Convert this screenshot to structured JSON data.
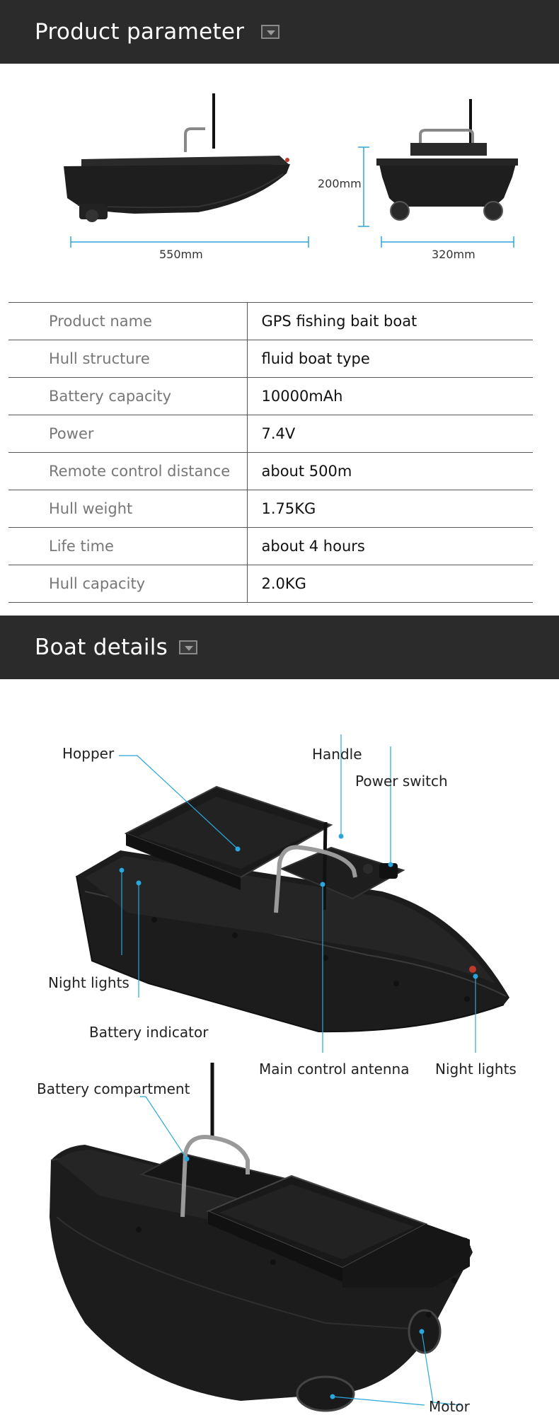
{
  "sections": {
    "parameters_title": "Product parameter",
    "details_title": "Boat details"
  },
  "dimensions": {
    "length": "550mm",
    "height": "200mm",
    "width": "320mm"
  },
  "params": [
    {
      "key": "Product name",
      "value": "GPS fishing bait boat"
    },
    {
      "key": "Hull structure",
      "value": "fluid boat type"
    },
    {
      "key": "Battery capacity",
      "value": "10000mAh"
    },
    {
      "key": "Power",
      "value": "7.4V"
    },
    {
      "key": "Remote control distance",
      "value": "about 500m"
    },
    {
      "key": "Hull weight",
      "value": "1.75KG"
    },
    {
      "key": "Life time",
      "value": "about 4 hours"
    },
    {
      "key": "Hull capacity",
      "value": "2.0KG"
    }
  ],
  "callouts": {
    "hopper": "Hopper",
    "handle": "Handle",
    "power_switch": "Power switch",
    "night_lights_left": "Night lights",
    "battery_indicator": "Battery indicator",
    "main_control_antenna": "Main control antenna",
    "night_lights_right": "Night lights",
    "battery_compartment": "Battery compartment",
    "motor": "Motor"
  },
  "colors": {
    "header_bg": "#2b2b2b",
    "accent_line": "#2aa7dc",
    "boat_body": "#1c1c1c"
  }
}
